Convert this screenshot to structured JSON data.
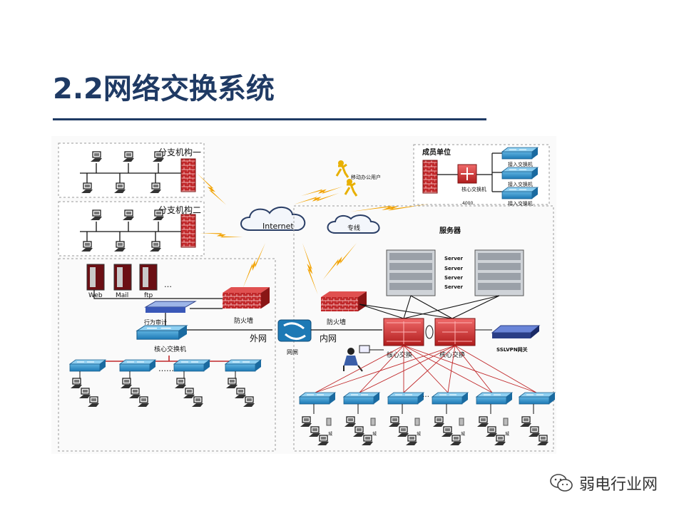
{
  "title": "2.2网络交换系统",
  "labels": {
    "branch1": "分支机构一",
    "branch2": "分支机构二",
    "member_unit": "成员单位",
    "mobile_user": "移动办公用户",
    "access_switch_1": "接入交换机",
    "access_switch_2": "接入交换机",
    "access_switch_3": "接入交换机",
    "core_switch_member": "核心交换机",
    "member_model": "4000",
    "internet": "Internet",
    "leased_line": "专线",
    "servers_title": "服务器",
    "server": "Server",
    "web": "Web",
    "mail": "Mail",
    "ftp": "ftp",
    "firewall_left": "防火墙",
    "firewall_right": "防火墙",
    "behavior_audit": "行为审计",
    "outer_net": "外网",
    "inner_net": "内网",
    "gateway": "网闸",
    "core_switch_left": "核心交换机",
    "core_switch_right_1": "核心交换",
    "core_switch_right_2": "核心交换",
    "sslvpn": "SSLVPN网关",
    "ellipsis": "……",
    "city": "城"
  },
  "watermark": "弱电行业网"
}
